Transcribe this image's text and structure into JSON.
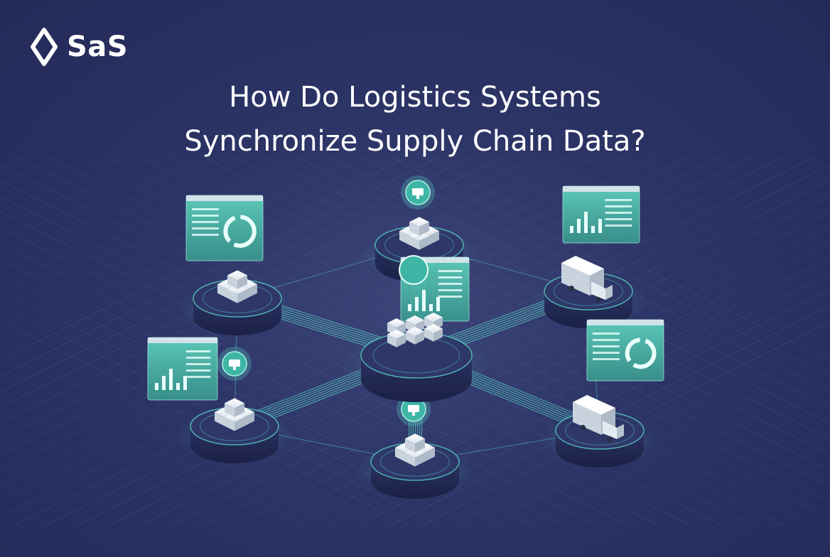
{
  "brand": {
    "name": "SaS",
    "logo_icon": "diamond-outline-icon"
  },
  "headline": {
    "line1": "How Do Logistics Systems",
    "line2": "Synchronize Supply Chain Data?"
  },
  "colors": {
    "background": "#2c3466",
    "accent_teal": "#5ee6d0",
    "panel_teal": "#4bb9a8",
    "platform_dark": "#232a52",
    "box_white": "#e9eef3"
  },
  "illustration": {
    "hub": "central-warehouse-hub",
    "nodes": [
      {
        "position": "top",
        "icon": "monitor-icon",
        "cargo": "box-stack"
      },
      {
        "position": "upper-left",
        "icon": "dashboard-panel",
        "cargo": "box-pallet"
      },
      {
        "position": "upper-right",
        "icon": "bar-chart-panel",
        "cargo": "delivery-truck"
      },
      {
        "position": "lower-left",
        "icon": "megaphone-icon",
        "cargo": "box-stack"
      },
      {
        "position": "lower-right",
        "icon": "donut-chart-panel",
        "cargo": "delivery-truck"
      },
      {
        "position": "bottom",
        "icon": "scanner-icon",
        "cargo": "box-stack"
      }
    ]
  }
}
